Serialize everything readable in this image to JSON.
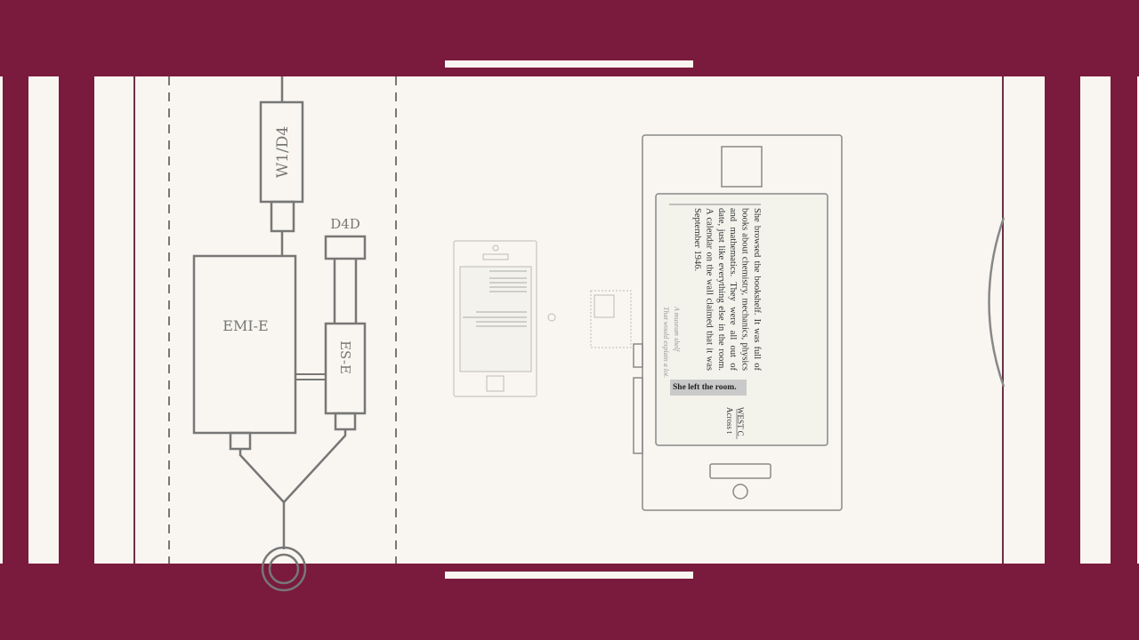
{
  "colors": {
    "frame": "#7a1a3c",
    "paper": "#f9f6f1",
    "ink": "#777777"
  },
  "diagram": {
    "labels": {
      "w1d4": "W1/D4",
      "d4d": "D4D",
      "emi": "EMI-E",
      "ese": "ES-E"
    }
  },
  "phone": {
    "paragraph": "She browsed the bookshelf. It was full of books about chemistry, mechanics, physics and mathematics. They were all out of date, just like everything else in the room. A calendar on the wall claimed that it was September 1946.",
    "aside_lines": [
      "A museum shelf",
      "That would explain a lot."
    ],
    "choice": "She left the room.",
    "next_lines": [
      "WEST C",
      "Across t"
    ]
  }
}
